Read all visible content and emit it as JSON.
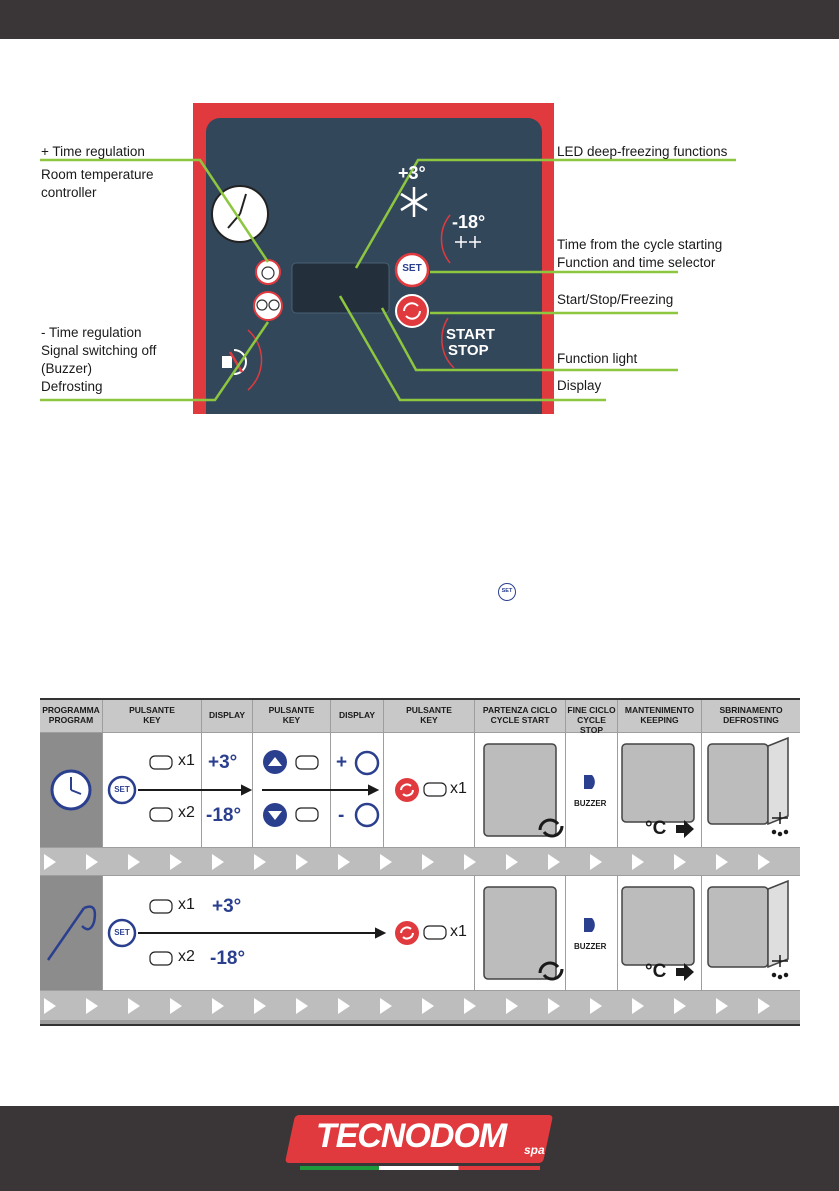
{
  "panel": {
    "callouts": {
      "time_plus": "+ Time regulation",
      "room_temp": "Room temperature",
      "room_temp2": "controller",
      "time_minus": "- Time regulation",
      "signal_off": "Signal switching off",
      "buzzer": "(Buzzer)",
      "defrosting": "Defrosting",
      "led": "LED deep-freezing functions",
      "time_from": "Time from the cycle starting",
      "selector": "Function and time selector",
      "start_stop": "Start/Stop/Freezing",
      "function_light": "Function light",
      "display": "Display"
    },
    "plus3": "+3°",
    "minus18": "-18°",
    "set": "SET",
    "start": "START",
    "stop": "STOP"
  },
  "inline_icon": "SET",
  "table": {
    "headers": [
      [
        "PROGRAMMA",
        "PROGRAM"
      ],
      [
        "PULSANTE",
        "KEY"
      ],
      [
        "DISPLAY",
        ""
      ],
      [
        "PULSANTE",
        "KEY"
      ],
      [
        "DISPLAY",
        ""
      ],
      [
        "PULSANTE",
        "KEY"
      ],
      [
        "PARTENZA CICLO",
        "CYCLE START"
      ],
      [
        "FINE CICLO",
        "CYCLE STOP"
      ],
      [
        "MANTENIMENTO",
        "KEEPING"
      ],
      [
        "SBRINAMENTO",
        "DEFROSTING"
      ]
    ],
    "x1": "x1",
    "x2": "x2",
    "plus3": "+3°",
    "minus18": "-18°",
    "plus": "+",
    "minus": "-",
    "set": "SET",
    "buzzer": "BUZZER",
    "celsius": "°C"
  },
  "footer": {
    "brand": "TECNODOM",
    "suffix": "spa"
  },
  "colors": {
    "panel_red": "#e03a3e",
    "panel_blue": "#33475b",
    "callout_green": "#8dc63f",
    "text_blue": "#2b3f8f",
    "key_red": "#e03a3e"
  }
}
